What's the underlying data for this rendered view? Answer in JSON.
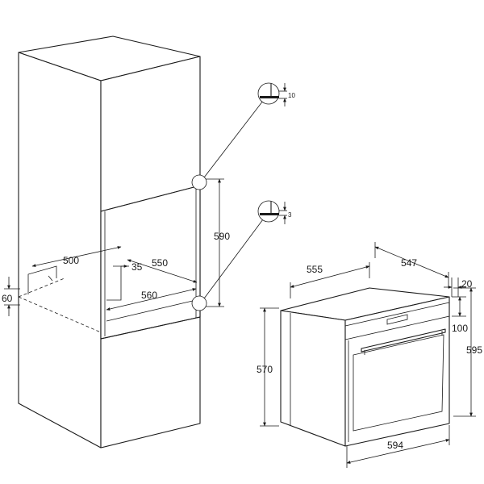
{
  "cabinet": {
    "dimensions": {
      "d500": "500",
      "d60": "60",
      "d35": "35",
      "d550": "550",
      "d560": "560",
      "d590": "590"
    },
    "details": {
      "top_gap": "10",
      "bottom_gap": "3"
    }
  },
  "oven": {
    "dimensions": {
      "d555": "555",
      "d547": "547",
      "d20": "20",
      "d100": "100",
      "d595": "595",
      "d570": "570",
      "d594": "594"
    }
  }
}
